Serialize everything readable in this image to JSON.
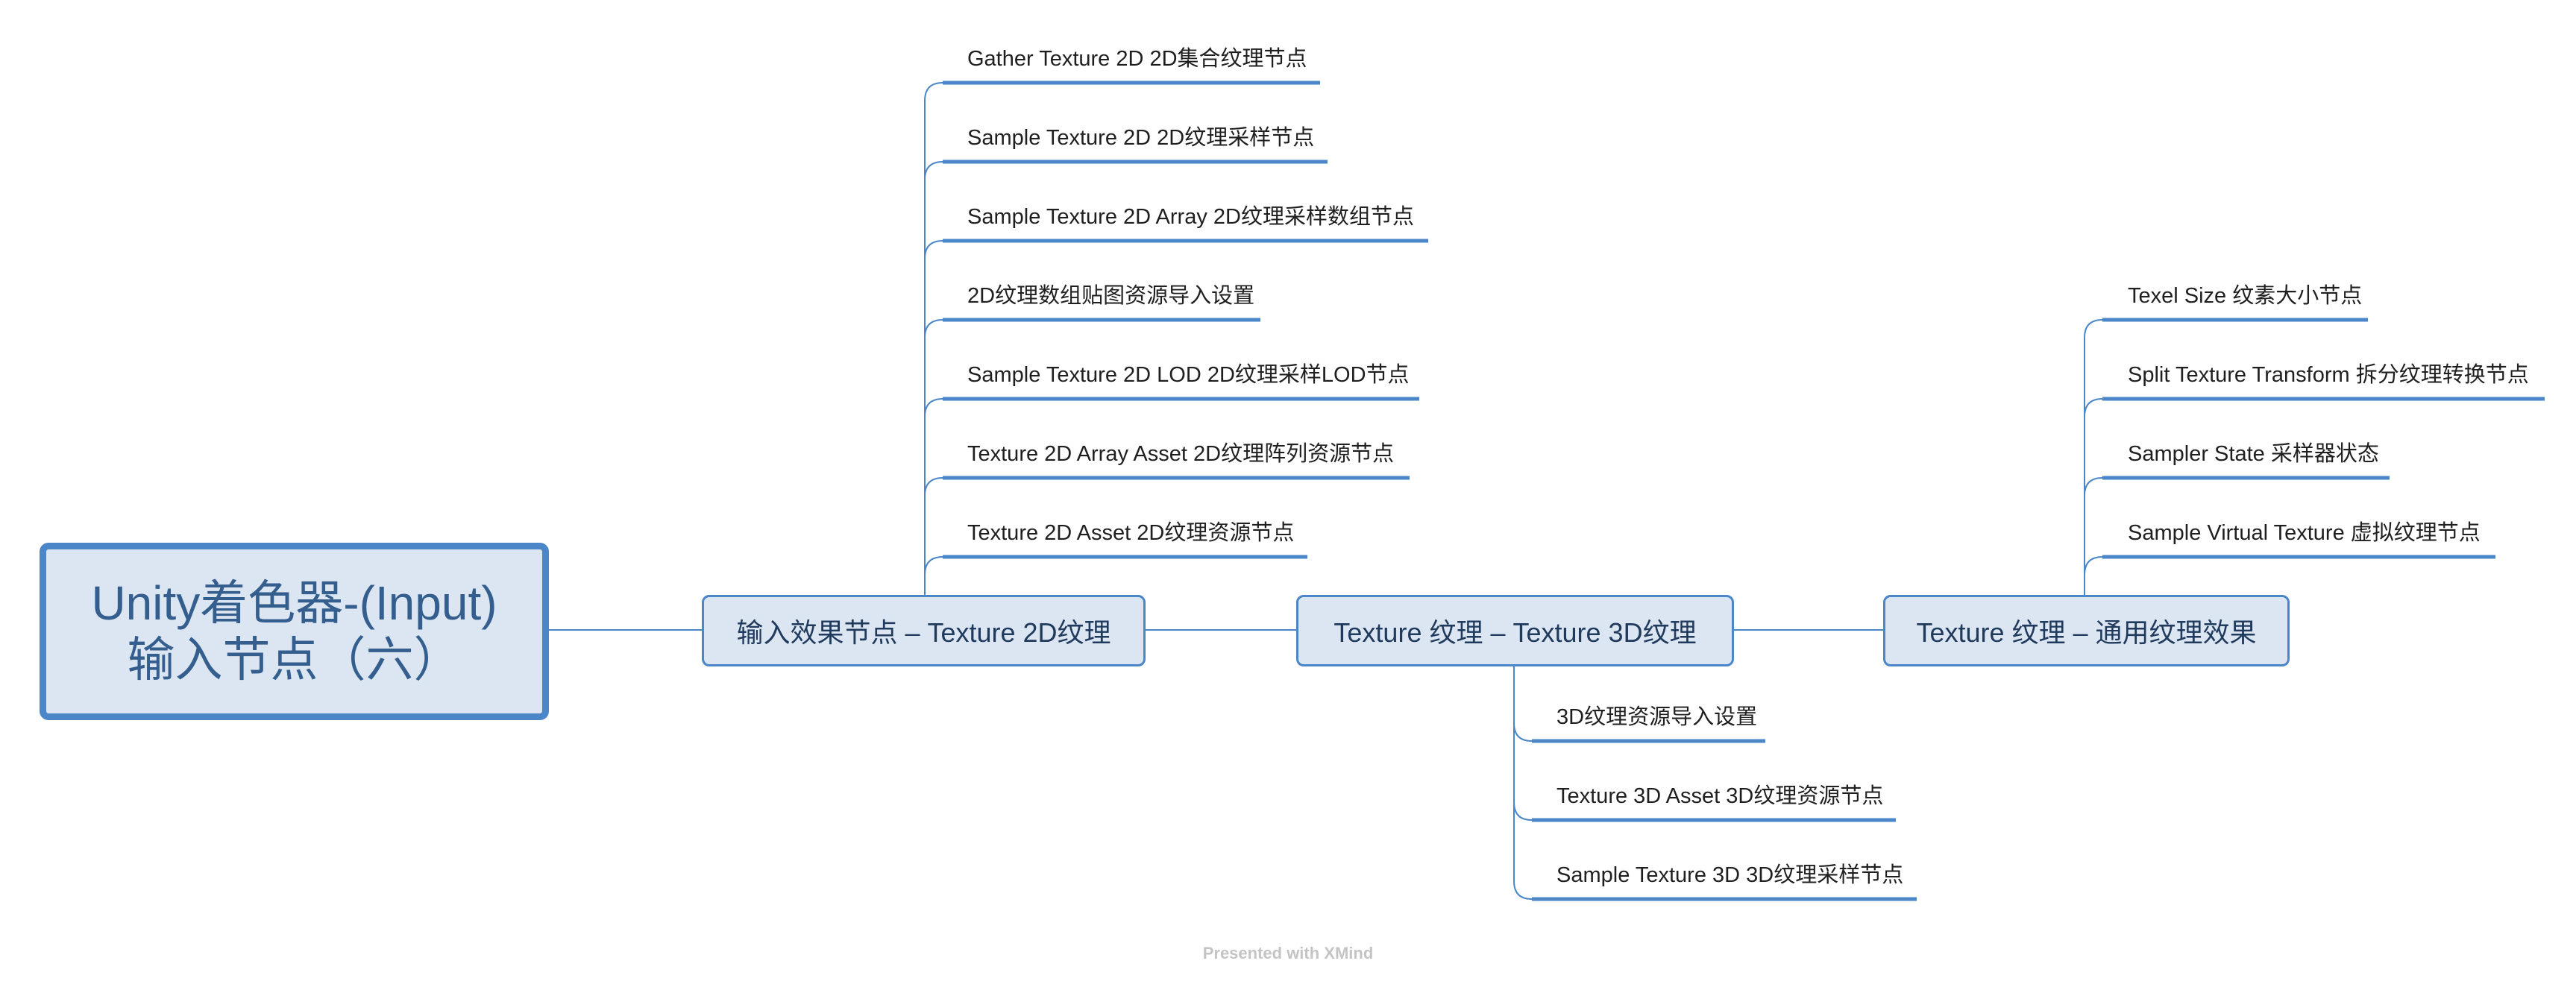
{
  "root": {
    "line1": "Unity着色器-(Input)",
    "line2": "输入节点（六）"
  },
  "topics": [
    {
      "label": "输入效果节点 – Texture 2D纹理",
      "children": [
        "Gather Texture 2D 2D集合纹理节点",
        "Sample Texture 2D 2D纹理采样节点",
        "Sample Texture 2D Array 2D纹理采样数组节点",
        "2D纹理数组贴图资源导入设置",
        "Sample Texture 2D LOD 2D纹理采样LOD节点",
        "Texture 2D Array Asset 2D纹理阵列资源节点",
        "Texture 2D Asset 2D纹理资源节点"
      ]
    },
    {
      "label": "Texture 纹理 – Texture 3D纹理",
      "children": [
        "3D纹理资源导入设置",
        "Texture 3D Asset 3D纹理资源节点",
        "Sample Texture 3D 3D纹理采样节点"
      ]
    },
    {
      "label": "Texture 纹理 – 通用纹理效果",
      "children": [
        "Texel Size 纹素大小节点",
        "Split Texture Transform 拆分纹理转换节点",
        "Sampler State 采样器状态",
        "Sample Virtual Texture 虚拟纹理节点"
      ]
    }
  ],
  "footer": "Presented with XMind",
  "colors": {
    "line": "#4a86c8",
    "node_fill": "#dce6f2",
    "root_text": "#345e8e"
  }
}
